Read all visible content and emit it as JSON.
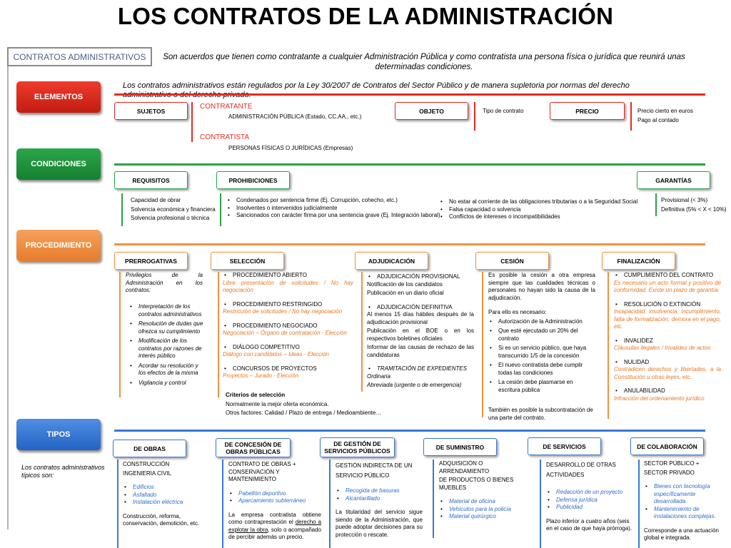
{
  "title": "LOS CONTRATOS DE LA ADMINISTRACIÓN",
  "header": {
    "label": "CONTRATOS ADMINISTRATIVOS",
    "definition": "Son acuerdos que tienen como contratante a cualquier Administración Pública y como contratista una persona física o jurídica que reunirá unas determinadas condiciones."
  },
  "elementos": {
    "label": "ELEMENTOS",
    "intro": "Los contratos administrativos están regulados por la Ley 30/2007 de Contratos del Sector Público y de manera supletoria por normas del derecho administrativo o del derecho privado.",
    "sujetos": "SUJETOS",
    "contratante": "CONTRATANTE",
    "contratante_desc": "ADMINISTRACIÓN PÚBLICA (Estado, CC.AA., etc.)",
    "contratista": "CONTRATISTA",
    "contratista_desc": "PERSONAS FÍSICAS O JURÍDICAS (Empresas)",
    "objeto": "OBJETO",
    "objeto_desc": "Tipo de contrato",
    "precio": "PRECIO",
    "precio_1": "Precio cierto en euros",
    "precio_2": "Pago al contado"
  },
  "condiciones": {
    "label": "CONDICIONES",
    "requisitos": "REQUISITOS",
    "req_items": [
      "Capacidad de obrar",
      "Solvencia económica y financiera",
      "Solvencia profesional o técnica"
    ],
    "prohibiciones": "PROHIBICIONES",
    "proh_items": [
      "Condenados por sentencia firme (Ej. Corrupción, cohecho, etc.)",
      "Insolventes o intervenidos judicialmente",
      "Sancionados con carácter firma por una sentencia grave (Ej. Integración laboral)"
    ],
    "proh_items2": [
      "No estar al corriente de las obligaciones tributarias o a la Seguridad Social",
      "Falsa capacidad o solvencia",
      "Conflictos de intereses o incompatibilidades"
    ],
    "garantias": "GARANTÍAS",
    "gar_items": [
      "Provisional (< 3%)",
      "Definitiva (5% < X < 10%)"
    ]
  },
  "procedimiento": {
    "label": "PROCEDIMIENTO",
    "prerrogativas": "PRERROGATIVAS",
    "prerr_intro": "Privilegios de la Administración en los contratos:",
    "prerr_items": [
      "Interpretación de los contratos administrativos",
      "Resolución de dudas que ofrezca su cumplimiento",
      "Modificación de los contratos por razones de interés público",
      "Acordar su resolución y los efectos de la misma",
      "Vigilancia y control"
    ],
    "seleccion": "SELECCIÓN",
    "sel_items": [
      {
        "t": "PROCEDIMIENTO ABIERTO",
        "d": "Libre presentación de solicitudes / No hay negociación"
      },
      {
        "t": "PROCEDIMIENTO RESTRINGIDO",
        "d": "Restricción de solicitudes / No hay negociación"
      },
      {
        "t": "PROCEDIMIENTO NEGOCIADO",
        "d": "Negociación – Órgano de contratación - Elección"
      },
      {
        "t": "DIÁLOGO COMPETITIVO",
        "d": "Diálogo con candidatos – Ideas - Elección"
      },
      {
        "t": "CONCURSOS DE PROYECTOS",
        "d": "Proyectos – Jurado - Elección"
      }
    ],
    "criterios_title": "Criterios de selección",
    "criterios_1": "Normalmente la mejor oferta económica.",
    "criterios_2": "Otros factores: Calidad / Plazo de entrega / Medioambiente…",
    "adjudicacion": "ADJUDICACIÓN",
    "adj_prov": "ADJUDICACIÓN PROVISIONAL",
    "adj_prov_1": "Notificación de los candidatos",
    "adj_prov_2": "Publicación en un diario oficial",
    "adj_def": "ADJUDICACIÓN DEFINITIVA",
    "adj_def_1": "Al menos 15 días hábiles después de la adjudicación provisional",
    "adj_def_2": "Publicación en el BOE o en los respectivos boletines oficiales",
    "adj_def_3": "Informar de las causas de rechazo de las candidaturas",
    "tram": "TRAMITACIÓN DE EXPEDIENTES",
    "tram_1": "Ordinaria",
    "tram_2": "Abreviada (urgente o de emergencia)",
    "cesion": "CESIÓN",
    "ces_intro": "Es posible la cesión a otra empresa siempre que las cualidades técnicas o personales no hayan sido la causa de la adjudicación.",
    "ces_nec": "Para ello es necesario:",
    "ces_items": [
      "Autorización de la Administración",
      "Que esté ejecutado un 20% del contrato",
      "Si es un servicio público, que haya transcurrido 1/5 de la concesión",
      "El nuevo contratista debe cumplir todas las condiciones",
      "La cesión debe plasmarse en escritura pública"
    ],
    "ces_sub": "También es posible la subcontratación de una parte del contrato.",
    "finalizacion": "FINALIZACIÓN",
    "fin_items": [
      {
        "t": "CUMPLIMIENTO DEL CONTRATO",
        "d": "Es necesario un acto formal y positivo de conformidad. Existe un plazo de garantía."
      },
      {
        "t": "RESOLUCIÓN O EXTINCIÓN",
        "d": "Incapacidad, insolvencia, incumplimiento, falta de formalización, demora en el pago, etc."
      },
      {
        "t": "INVALIDEZ",
        "d": "Cláusulas ilegales / Invalidez de actos"
      },
      {
        "t": "NULIDAD",
        "d": "Contradicen derechos y libertades, a la Constitución u otras leyes, etc."
      },
      {
        "t": "ANULABILIDAD",
        "d": "Infracción del ordenamiento jurídico"
      }
    ]
  },
  "tipos": {
    "label": "TIPOS",
    "intro": "Los contratos administrativos típicos son:",
    "obras": "DE OBRAS",
    "obras_1": "CONSTRUCCIÓN",
    "obras_2": "INGENIERIA CIVIL",
    "obras_items": [
      "Edificios",
      "Asfaltado",
      "Instalación eléctrica"
    ],
    "obras_3": "Construcción, reforma, conservación, demolición, etc.",
    "concesion": "DE CONCESIÓN DE OBRAS PÚBLICAS",
    "conc_1": "CONTRATO DE OBRAS + CONSERVACIÓN Y MANTENIMIENTO",
    "conc_items": [
      "Pabellón deportivo",
      "Aparcamiento subterráneo"
    ],
    "conc_2a": "La empresa contratista obtiene como contraprestación el ",
    "conc_2u": "derecho a explotar la obra",
    "conc_2b": ", solo o acompañado de percibir además un precio.",
    "gestion": "DE GESTIÓN DE SERVICIOS PÚBLICOS",
    "gest_1": "GESTIÓN INDIRECTA DE UN SERVICIO PÚBLICO",
    "gest_items": [
      "Recogida de basuras",
      "Alcantarillado"
    ],
    "gest_2": "La titularidad del servicio sigue siendo de la Administración, que puede adoptar decisiones para su protección o rescate.",
    "suministro": "DE SUMINISTRO",
    "sum_1": "ADQUISICIÓN O ARRENDAMIENTO",
    "sum_2": "DE PRODUCTOS O BIENES MUEBLES",
    "sum_items": [
      "Material de oficina",
      "Vehículos para la policía",
      "Material quirúrgico"
    ],
    "servicios": "DE SERVICIOS",
    "serv_1": "DESARROLLO DE OTRAS ACTIVIDADES",
    "serv_items": [
      "Redacción de un proyecto",
      "Defensa jurídica",
      "Publicidad"
    ],
    "serv_2": "Plazo inferior a cuatro años (seis en el caso de que haya prórroga).",
    "colaboracion": "DE COLABORACIÓN",
    "col_1": "SECTOR PÚBLICO +",
    "col_2": "SECTOR PRIVADO",
    "col_items": [
      "Bienes con tecnología específicamente desarrollada.",
      "Mantenimiento de instalaciones complejas."
    ],
    "col_3": "Corresponde a una actuación global e integrada."
  }
}
